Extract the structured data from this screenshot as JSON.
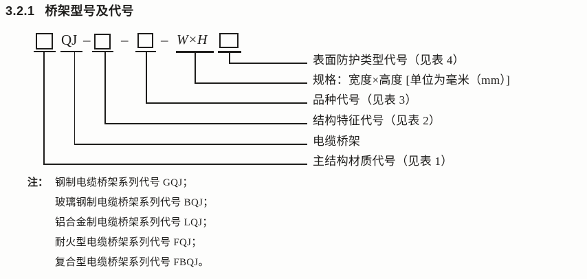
{
  "heading": {
    "number": "3.2.1",
    "title": "桥架型号及代号"
  },
  "formula": {
    "series_code": "QJ",
    "separator": "–",
    "spec_code": "W×H"
  },
  "annotations": [
    "表面防护类型代号（见表 4）",
    "规格：宽度×高度 [单位为毫米（mm）]",
    "品种代号（见表 3）",
    "结构特征代号（见表 2）",
    "电缆桥架",
    "主结构材质代号（见表 1）"
  ],
  "notes": {
    "label": "注：",
    "items": [
      "钢制电缆桥架系列代号 GQJ；",
      "玻璃钢制电缆桥架系列代号 BQJ；",
      "铝合金制电缆桥架系列代号 LQJ；",
      "耐火型电缆桥架系列代号 FQJ；",
      "复合型电缆桥架系列代号 FBQJ。"
    ]
  },
  "colors": {
    "ink": "#1e1d1b",
    "paper": "#fdfdfc"
  }
}
